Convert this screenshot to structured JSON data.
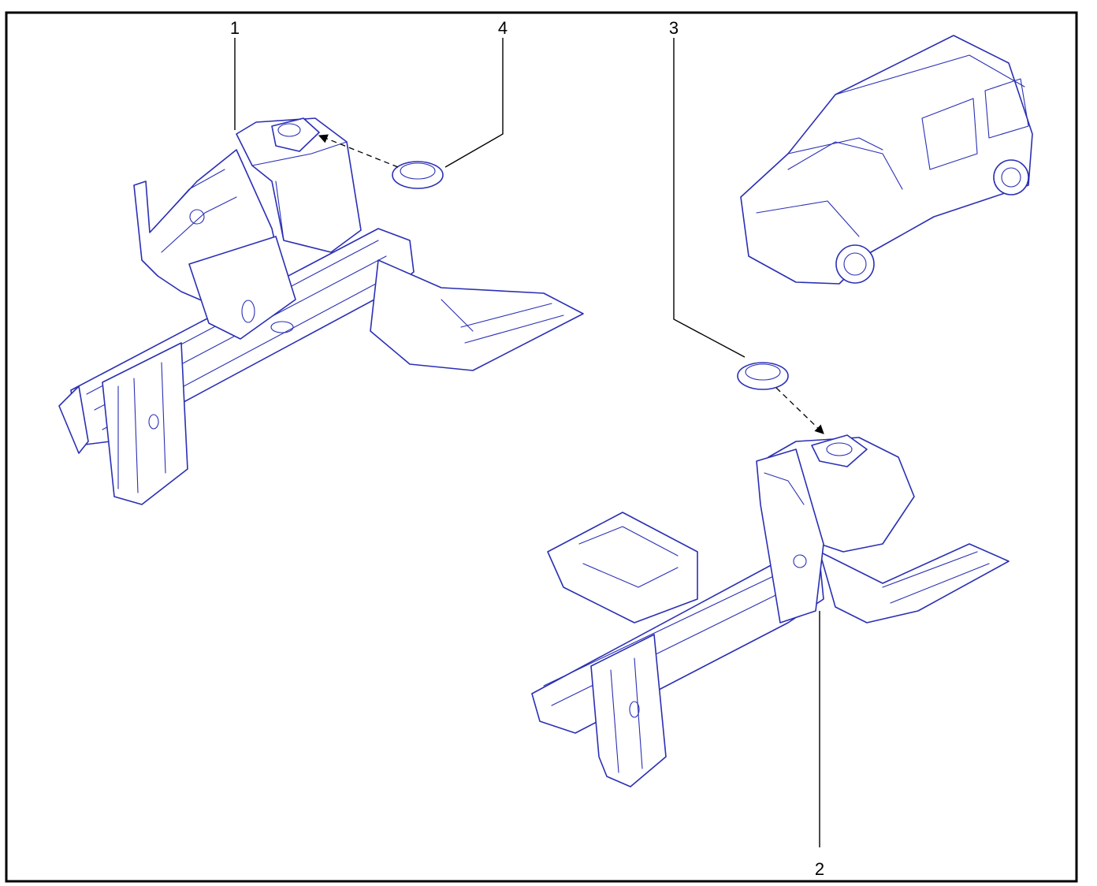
{
  "callouts": [
    {
      "id": "1",
      "label": "1"
    },
    {
      "id": "2",
      "label": "2"
    },
    {
      "id": "3",
      "label": "3"
    },
    {
      "id": "4",
      "label": "4"
    }
  ],
  "colors": {
    "line": "#2a2fb4",
    "frame": "#000000",
    "background": "#ffffff"
  }
}
